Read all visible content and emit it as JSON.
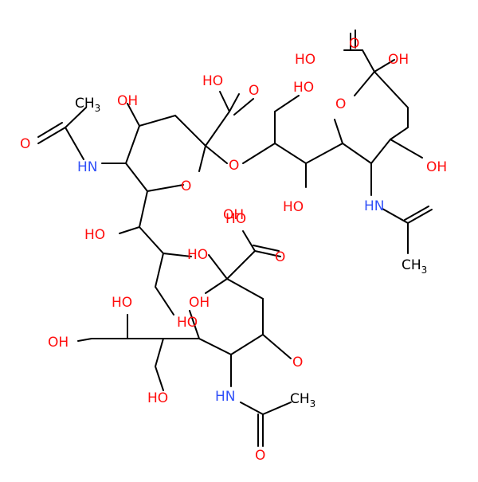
{
  "colors": {
    "carbon": "#000000",
    "oxygen": "#ff0d0d",
    "nitrogen": "#3050f8",
    "background": "#ffffff"
  },
  "atoms": [
    {
      "id": "a1",
      "text": "OH",
      "kind": "O"
    },
    {
      "id": "a2",
      "text": "HO",
      "kind": "O"
    },
    {
      "id": "a3",
      "text": "O",
      "kind": "O"
    },
    {
      "id": "a4",
      "text": "HO",
      "kind": "O"
    },
    {
      "id": "a5",
      "text": "O",
      "kind": "O"
    },
    {
      "id": "a6",
      "text": "OH",
      "kind": "O"
    },
    {
      "id": "a7",
      "text": "HO",
      "kind": "O"
    },
    {
      "id": "a8",
      "text": "HO",
      "kind": "O"
    },
    {
      "id": "a9",
      "text": "O",
      "kind": "O"
    },
    {
      "id": "a10",
      "text": "O",
      "kind": "O"
    },
    {
      "id": "a11",
      "text": "O",
      "kind": "O"
    },
    {
      "id": "a12",
      "text": "OH",
      "kind": "O"
    },
    {
      "id": "a13",
      "text": "HO",
      "kind": "O"
    },
    {
      "id": "a14",
      "text": "O",
      "kind": "O"
    },
    {
      "id": "a15",
      "text": "HO",
      "kind": "O"
    },
    {
      "id": "a16",
      "text": "OH",
      "kind": "O"
    },
    {
      "id": "a17",
      "text": "O",
      "kind": "O"
    },
    {
      "id": "a18",
      "text": "HO",
      "kind": "O"
    },
    {
      "id": "a19",
      "text": "HO",
      "kind": "O"
    },
    {
      "id": "a20",
      "text": "OH",
      "kind": "O"
    },
    {
      "id": "a21",
      "text": "O",
      "kind": "O"
    },
    {
      "id": "a22",
      "text": "HO",
      "kind": "O"
    },
    {
      "id": "a23",
      "text": "OH",
      "kind": "O"
    },
    {
      "id": "a24",
      "text": "HO",
      "kind": "O"
    },
    {
      "id": "a25",
      "text": "O",
      "kind": "O"
    },
    {
      "id": "n1",
      "text": "HN",
      "kind": "N"
    },
    {
      "id": "n2",
      "text": "HN",
      "kind": "N"
    },
    {
      "id": "n3",
      "text": "HN",
      "kind": "N"
    },
    {
      "id": "c1",
      "text": "CH",
      "sub": "3",
      "kind": "C"
    },
    {
      "id": "c2",
      "text": "CH",
      "sub": "3",
      "kind": "C"
    },
    {
      "id": "c3",
      "text": "CH",
      "sub": "3",
      "kind": "C"
    }
  ]
}
